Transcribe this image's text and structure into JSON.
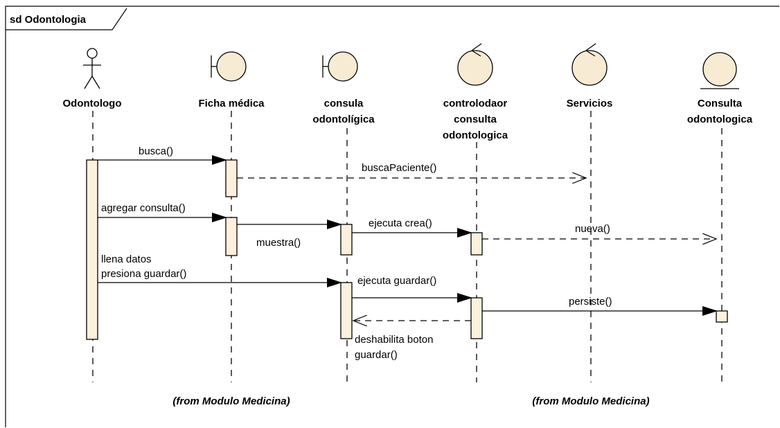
{
  "frame": {
    "label": "sd Odontologia"
  },
  "lifelines": {
    "actor": {
      "type": "actor",
      "name": "Odontologo"
    },
    "ficha": {
      "type": "boundary",
      "name": "Ficha médica"
    },
    "consulta": {
      "type": "boundary",
      "name_lines": [
        "consula",
        "odontolígica"
      ]
    },
    "controlador": {
      "type": "control",
      "name_lines": [
        "controlodaor",
        "consulta",
        "odontologica"
      ]
    },
    "servicios": {
      "type": "control",
      "name": "Servicios"
    },
    "entidad": {
      "type": "entity",
      "name_lines": [
        "Consulta",
        "odontologica"
      ]
    }
  },
  "messages": {
    "busca": "busca()",
    "buscaPaciente": "buscaPaciente()",
    "agregar": "agregar consulta()",
    "muestra": "muestra()",
    "ejecutaCrea": "ejecuta crea()",
    "nueva": "nueva()",
    "llena_lines": [
      "llena datos",
      "presiona guardar()"
    ],
    "ejecutaGuardar": "ejecuta guardar()",
    "persiste": "persiste()",
    "deshabilita_lines": [
      "deshabilita boton",
      "guardar()"
    ]
  },
  "notes": {
    "from_left": "(from Modulo Medicina)",
    "from_right": "(from Modulo Medicina)"
  },
  "colors": {
    "symbol_fill": "#f7ebd3",
    "activation_fill": "#fdf0dc",
    "line": "#000000"
  }
}
